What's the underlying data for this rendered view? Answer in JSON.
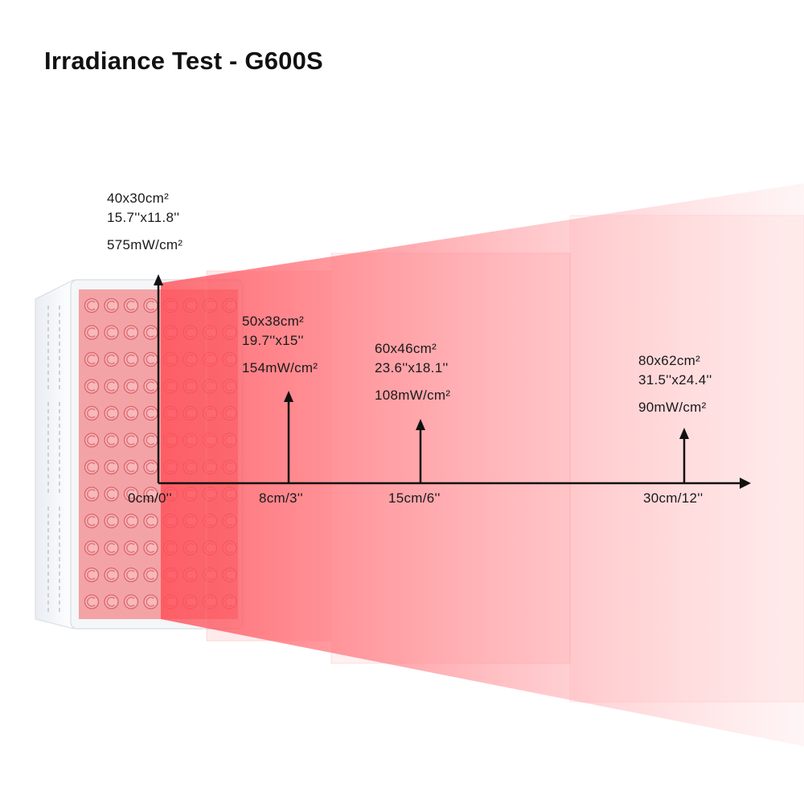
{
  "title": "Irradiance Test - G600S",
  "colors": {
    "beam": "#ff4d57",
    "led": "#e8737a",
    "axis": "#111111"
  },
  "device": {
    "name": "LED panel",
    "led_rows": 12,
    "led_cols": 8
  },
  "measurements": [
    {
      "distance": "0cm/0''",
      "area_metric": "40x30cm²",
      "area_imperial": "15.7''x11.8''",
      "irradiance": "575mW/cm²"
    },
    {
      "distance": "8cm/3''",
      "area_metric": "50x38cm²",
      "area_imperial": "19.7''x15''",
      "irradiance": "154mW/cm²"
    },
    {
      "distance": "15cm/6''",
      "area_metric": "60x46cm²",
      "area_imperial": "23.6''x18.1''",
      "irradiance": "108mW/cm²"
    },
    {
      "distance": "30cm/12''",
      "area_metric": "80x62cm²",
      "area_imperial": "31.5''x24.4''",
      "irradiance": "90mW/cm²"
    }
  ]
}
